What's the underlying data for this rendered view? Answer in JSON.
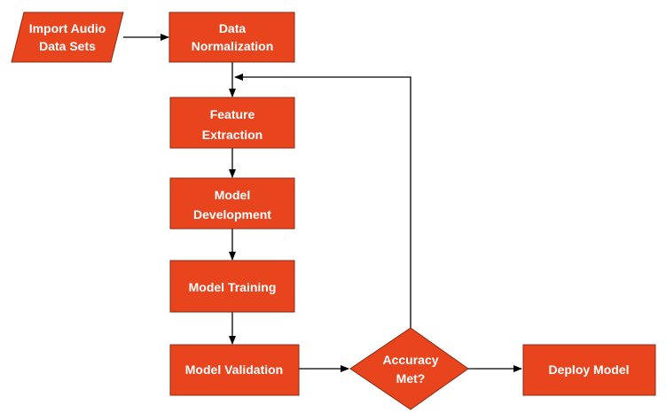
{
  "flowchart": {
    "nodes": {
      "import": {
        "line1": "Import Audio",
        "line2": "Data Sets"
      },
      "normalization": {
        "line1": "Data",
        "line2": "Normalization"
      },
      "feature": {
        "line1": "Feature",
        "line2": "Extraction"
      },
      "development": {
        "line1": "Model",
        "line2": "Development"
      },
      "training": {
        "label": "Model Training"
      },
      "validation": {
        "label": "Model Validation"
      },
      "accuracy": {
        "line1": "Accuracy",
        "line2": "Met?"
      },
      "deploy": {
        "label": "Deploy Model"
      }
    }
  },
  "colors": {
    "node_fill": "#E8441E",
    "node_text": "#FFFFFF",
    "edge": "#000000",
    "background": "#FFFFFF"
  }
}
